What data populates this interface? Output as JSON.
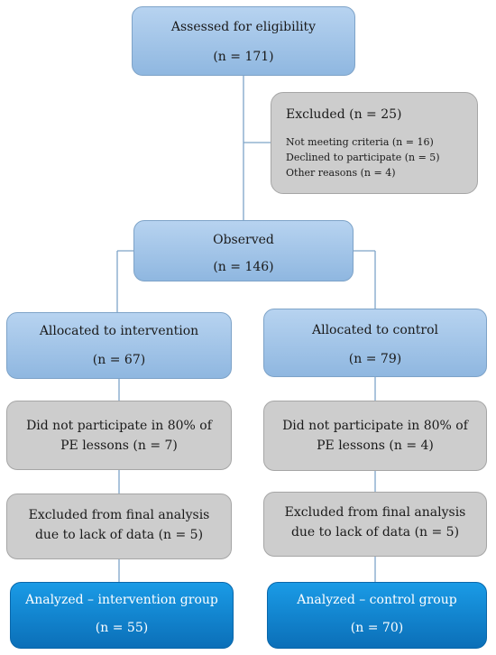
{
  "assessed": {
    "title": "Assessed for eligibility",
    "n": "(n = 171)"
  },
  "excluded": {
    "title": "Excluded (n = 25)",
    "reasons": [
      "Not meeting criteria (n = 16)",
      "Declined to participate (n = 5)",
      "Other reasons (n = 4)"
    ]
  },
  "observed": {
    "title": "Observed",
    "n": "(n = 146)"
  },
  "intervention": {
    "allocated": {
      "title": "Allocated to intervention",
      "n": "(n = 67)"
    },
    "not_participate": "Did not participate in 80% of PE lessons (n = 7)",
    "excluded_final": "Excluded from final analysis due to lack of data (n = 5)",
    "analyzed": {
      "title": "Analyzed – intervention group",
      "n": "(n = 55)"
    }
  },
  "control": {
    "allocated": {
      "title": "Allocated to control",
      "n": "(n = 79)"
    },
    "not_participate": "Did not participate in 80% of PE lessons (n = 4)",
    "excluded_final": "Excluded from final analysis due to lack of data (n = 5)",
    "analyzed": {
      "title": "Analyzed – control group",
      "n": "(n = 70)"
    }
  },
  "colors": {
    "process_box": "#9dc3e6",
    "exclusion_box": "#cdcdcd",
    "outcome_box": "#1389d4",
    "connector": "#7ea3c8"
  }
}
